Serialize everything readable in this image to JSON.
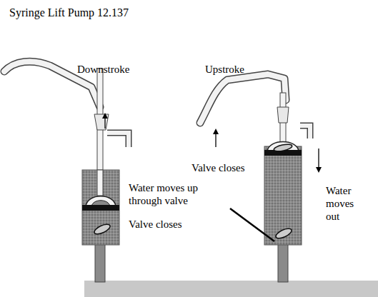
{
  "diagram": {
    "title": "Syringe Lift Pump 12.137",
    "labels": [
      "Downstroke",
      "Upstroke",
      "Water moves up through valve",
      "Valve closes",
      "Valve closes",
      "Water moves out"
    ]
  }
}
